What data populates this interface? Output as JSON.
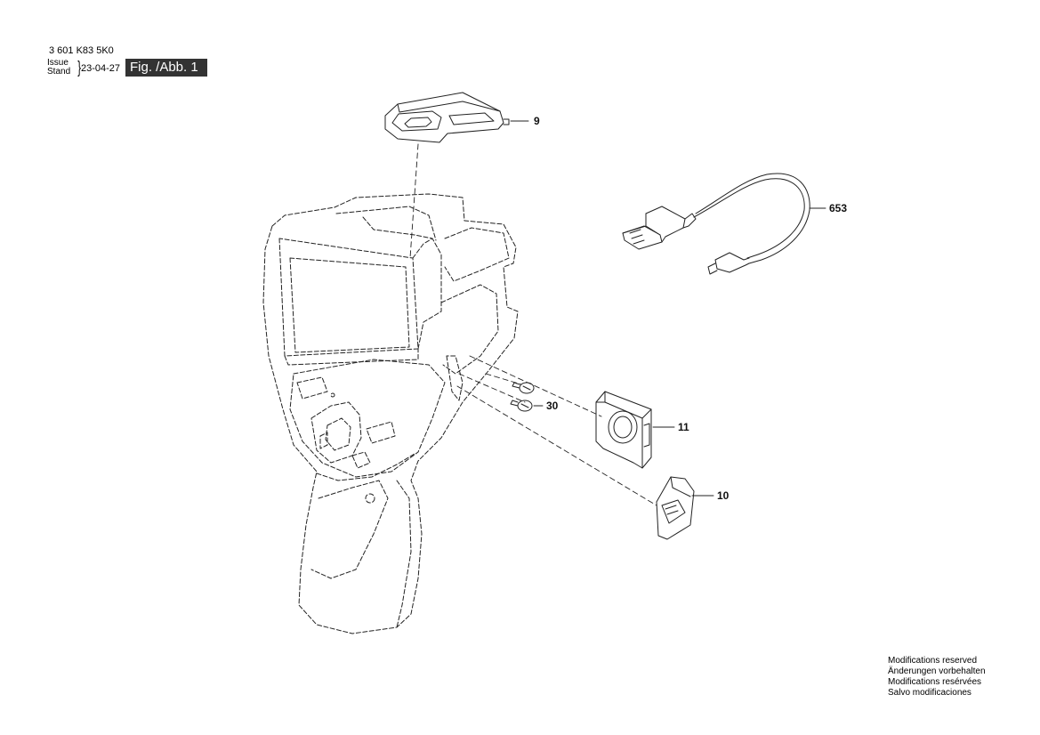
{
  "header": {
    "part_number": "3 601 K83 5K0",
    "issue_label": "Issue",
    "stand_label": "Stand",
    "date": "23-04-27",
    "figure_label": "Fig. /Abb. 1"
  },
  "callouts": {
    "part_9": "9",
    "part_653": "653",
    "part_30": "30",
    "part_11": "11",
    "part_10": "10"
  },
  "footer": {
    "line1": "Modifications reserved",
    "line2": "Änderungen vorbehalten",
    "line3": "Modifications resérvées",
    "line4": "Salvo modificaciones"
  }
}
